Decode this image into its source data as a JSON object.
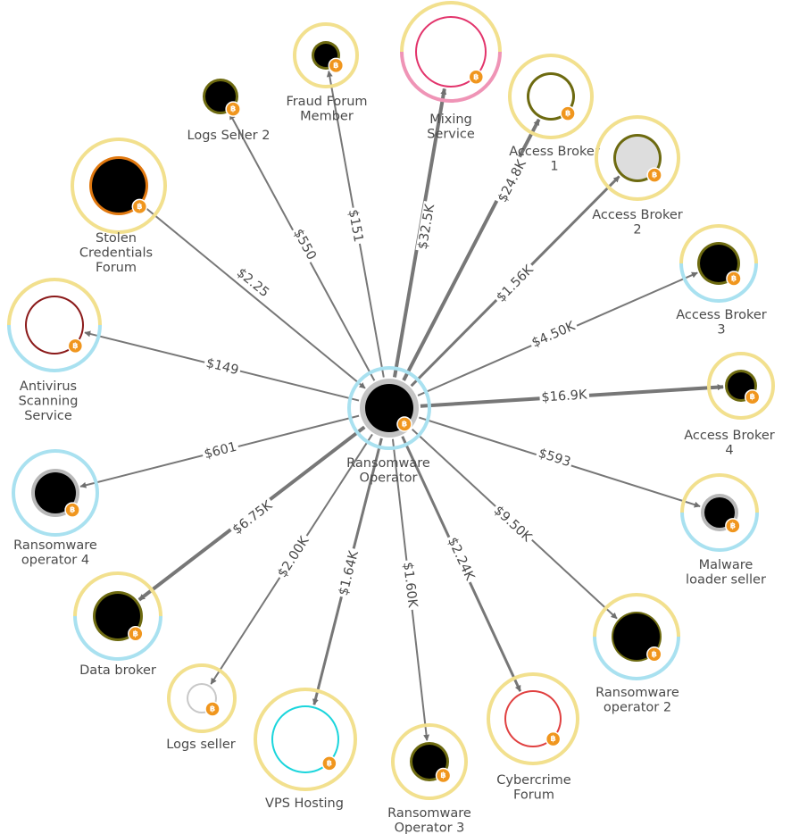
{
  "colors": {
    "yellow": "#f2e08e",
    "blue": "#a9e1f0",
    "pink": "#ef94b6",
    "edge": "#777777",
    "olive": "#6d6a10",
    "btc": "#f0961e"
  },
  "center": {
    "id": "ransomware-operator",
    "label": [
      "Ransomware",
      "Operator"
    ],
    "fill": "#000000",
    "inner_ring": "#c4c4c4",
    "outer_ring": "blue",
    "currency_icon": "bitcoin-icon"
  },
  "nodes": [
    {
      "id": "logs-seller-2",
      "label": [
        "Logs Seller 2"
      ],
      "ring": "#6d6a10",
      "fill": "#000000",
      "outer": null,
      "edge_label": "$550",
      "direction": "out",
      "weight": 2
    },
    {
      "id": "fraud-forum-member",
      "label": [
        "Fraud Forum",
        "Member"
      ],
      "ring": "#6d6a10",
      "fill": "#000000",
      "outer": "yellow",
      "edge_label": "$151",
      "direction": "out",
      "weight": 2
    },
    {
      "id": "mixing-service",
      "label": [
        "Mixing",
        "Service"
      ],
      "ring": "#e2336b",
      "fill": "#ffffff",
      "outer": "yellow-pink",
      "edge_label": "$32.5K",
      "direction": "out",
      "weight": 4
    },
    {
      "id": "access-broker-1",
      "label": [
        "Access Broker",
        "1"
      ],
      "ring": "#6d6a10",
      "fill": "#ffffff",
      "outer": "yellow",
      "edge_label": "$24.8K",
      "direction": "out",
      "weight": 4
    },
    {
      "id": "access-broker-2",
      "label": [
        "Access Broker",
        "2"
      ],
      "ring": "#6d6a10",
      "fill": "#dddddd",
      "outer": "yellow",
      "edge_label": "$1.56K",
      "direction": "out",
      "weight": 3
    },
    {
      "id": "access-broker-3",
      "label": [
        "Access Broker",
        "3"
      ],
      "ring": "#6d6a10",
      "fill": "#000000",
      "outer": "yellow-blue",
      "edge_label": "$4.50K",
      "direction": "out",
      "weight": 2
    },
    {
      "id": "access-broker-4",
      "label": [
        "Access Broker",
        "4"
      ],
      "ring": "#6d6a10",
      "fill": "#000000",
      "outer": "yellow",
      "edge_label": "$16.9K",
      "direction": "out",
      "weight": 4
    },
    {
      "id": "malware-loader-seller",
      "label": [
        "Malware",
        "loader seller"
      ],
      "ring": "#b8b8b8",
      "fill": "#000000",
      "outer": "yellow-blue",
      "edge_label": "$593",
      "direction": "out",
      "weight": 2
    },
    {
      "id": "ransomware-operator-2",
      "label": [
        "Ransomware",
        "operator 2"
      ],
      "ring": "#6d6a10",
      "fill": "#000000",
      "outer": "yellow-blue",
      "edge_label": "$9.50K",
      "direction": "out",
      "weight": 2
    },
    {
      "id": "cybercrime-forum",
      "label": [
        "Cybercrime",
        "Forum"
      ],
      "ring": "#e04040",
      "fill": "#ffffff",
      "outer": "yellow",
      "edge_label": "$2.24K",
      "direction": "out",
      "weight": 3
    },
    {
      "id": "ransomware-operator-3",
      "label": [
        "Ransomware",
        "Operator 3"
      ],
      "ring": "#6d6a10",
      "fill": "#000000",
      "outer": "yellow",
      "edge_label": "$1.60K",
      "direction": "out",
      "weight": 2
    },
    {
      "id": "vps-hosting",
      "label": [
        "VPS Hosting"
      ],
      "ring": "#1ad5dc",
      "fill": "#ffffff",
      "outer": "yellow",
      "edge_label": "$1.64K",
      "direction": "out",
      "weight": 3
    },
    {
      "id": "logs-seller",
      "label": [
        "Logs seller"
      ],
      "ring": "#c8c8c8",
      "fill": "#ffffff",
      "outer": "yellow",
      "edge_label": "$2.00K",
      "direction": "out",
      "weight": 2
    },
    {
      "id": "data-broker",
      "label": [
        "Data broker"
      ],
      "ring": "#6d6a10",
      "fill": "#000000",
      "outer": "yellow-blue",
      "edge_label": "$6.75K",
      "direction": "out",
      "weight": 4
    },
    {
      "id": "ransomware-operator-4",
      "label": [
        "Ransomware",
        "operator 4"
      ],
      "ring": "#b8b8b8",
      "fill": "#000000",
      "outer": "blue",
      "edge_label": "$601",
      "direction": "out",
      "weight": 2
    },
    {
      "id": "antivirus-scanning-service",
      "label": [
        "Antivirus",
        "Scanning",
        "Service"
      ],
      "ring": "#8b1a1a",
      "fill": "#ffffff",
      "outer": "yellow-blue",
      "edge_label": "$149",
      "direction": "out",
      "weight": 2
    },
    {
      "id": "stolen-credentials-forum",
      "label": [
        "Stolen",
        "Credentials",
        "Forum"
      ],
      "ring": "#e0780f",
      "fill": "#000000",
      "outer": "yellow",
      "edge_label": "$2.25",
      "direction": "in",
      "weight": 2
    }
  ]
}
